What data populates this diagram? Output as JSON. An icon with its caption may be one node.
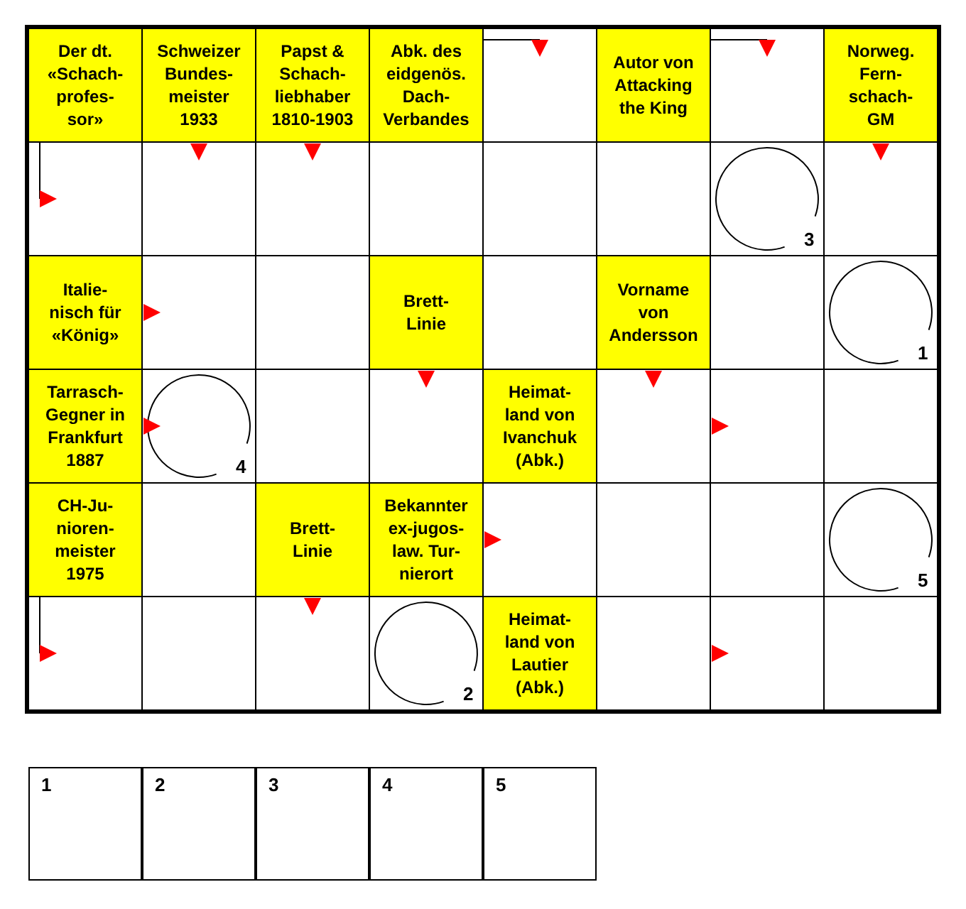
{
  "diagram": {
    "labels": [
      "Der dt. «Schach- profes- sor»",
      "Schweizer Bundes- meister 1933",
      "Papst & Schach- liebhaber 1810-1903",
      "Abk. des eidgenös. Dach- Verbandes",
      "Autor von Attacking the King",
      "Norweg. Fern- schach- GM",
      "3",
      "Italie- nisch für «König»",
      "Brett- Linie",
      "Vorname von Andersson",
      "1",
      "Tarrasch- Gegner in Frankfurt 1887",
      "4",
      "Heimat- land von Ivanchuk (Abk.)",
      "CH-Ju- nioren- meister 1975",
      "Brett- Linie",
      "Bekannter ex-jugos- law. Tur- nierort",
      "5",
      "2",
      "Heimat- land von Lautier (Abk.)",
      "1",
      "2",
      "3",
      "4",
      "5"
    ]
  }
}
